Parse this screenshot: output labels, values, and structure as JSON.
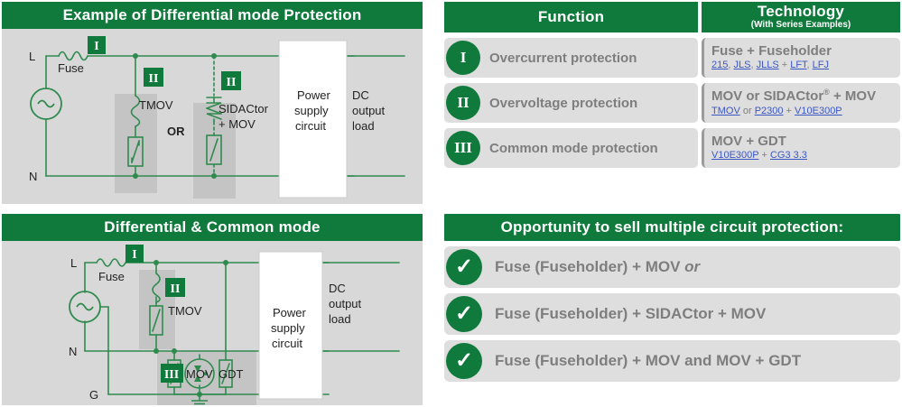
{
  "colors": {
    "green": "#0f7a3c",
    "panel_bg": "#d8d8d8",
    "row_bg": "#dedede",
    "gray_text": "#7e7e7e",
    "link_blue": "#3b57c4",
    "wire": "#2f8a4e"
  },
  "diagram_top": {
    "title": "Example of Differential mode Protection",
    "labels": {
      "line": "L",
      "neutral": "N",
      "fuse": "Fuse",
      "badge_1": "I",
      "badge_2a": "II",
      "badge_2b": "II",
      "tmov": "TMOV",
      "sidactor": "SIDACtor",
      "sidactor_2": "+ MOV",
      "or": "OR",
      "psu_1": "Power",
      "psu_2": "supply",
      "psu_3": "circuit",
      "out_1": "DC",
      "out_2": "output",
      "out_3": "load"
    }
  },
  "diagram_bottom": {
    "title": "Differential & Common mode",
    "labels": {
      "line": "L",
      "neutral": "N",
      "ground": "G",
      "fuse": "Fuse",
      "badge_1": "I",
      "badge_2": "II",
      "badge_3": "III",
      "tmov": "TMOV",
      "mov": "MOV",
      "gdt": "GDT",
      "psu_1": "Power",
      "psu_2": "supply",
      "psu_3": "circuit",
      "out_1": "DC",
      "out_2": "output",
      "out_3": "load"
    }
  },
  "table": {
    "header_function": "Function",
    "header_technology": "Technology",
    "header_technology_sub": "(With Series Examples)",
    "rows": [
      {
        "roman": "I",
        "function": "Overcurrent protection",
        "tech_main": "Fuse + Fuseholder",
        "tech_sub_parts": [
          {
            "text": "215",
            "link": true
          },
          {
            "text": ", ",
            "link": false
          },
          {
            "text": "JLS",
            "link": true
          },
          {
            "text": ", ",
            "link": false
          },
          {
            "text": "JLLS",
            "link": true
          },
          {
            "text": " + ",
            "link": false
          },
          {
            "text": "LFT",
            "link": true
          },
          {
            "text": ", ",
            "link": false
          },
          {
            "text": "LFJ",
            "link": true
          }
        ]
      },
      {
        "roman": "II",
        "function": "Overvoltage protection",
        "tech_main": "MOV or SIDACtor® + MOV",
        "tech_sub_parts": [
          {
            "text": "TMOV",
            "link": true
          },
          {
            "text": " or ",
            "link": false
          },
          {
            "text": "P2300",
            "link": true
          },
          {
            "text": " + ",
            "link": false
          },
          {
            "text": "V10E300P",
            "link": true
          }
        ]
      },
      {
        "roman": "III",
        "function": "Common mode protection",
        "tech_main": "MOV + GDT",
        "tech_sub_parts": [
          {
            "text": "V10E300P",
            "link": true
          },
          {
            "text": " + ",
            "link": false
          },
          {
            "text": "CG3 3.3",
            "link": true
          }
        ]
      }
    ]
  },
  "opportunity": {
    "title": "Opportunity to sell multiple circuit protection:",
    "check_glyph": "✓",
    "items": [
      {
        "text": "Fuse (Fuseholder) + MOV ",
        "emphasis": "or"
      },
      {
        "text": "Fuse (Fuseholder) + SIDACtor + MOV",
        "emphasis": ""
      },
      {
        "text": "Fuse (Fuseholder) + MOV and MOV + GDT",
        "emphasis": ""
      }
    ]
  }
}
